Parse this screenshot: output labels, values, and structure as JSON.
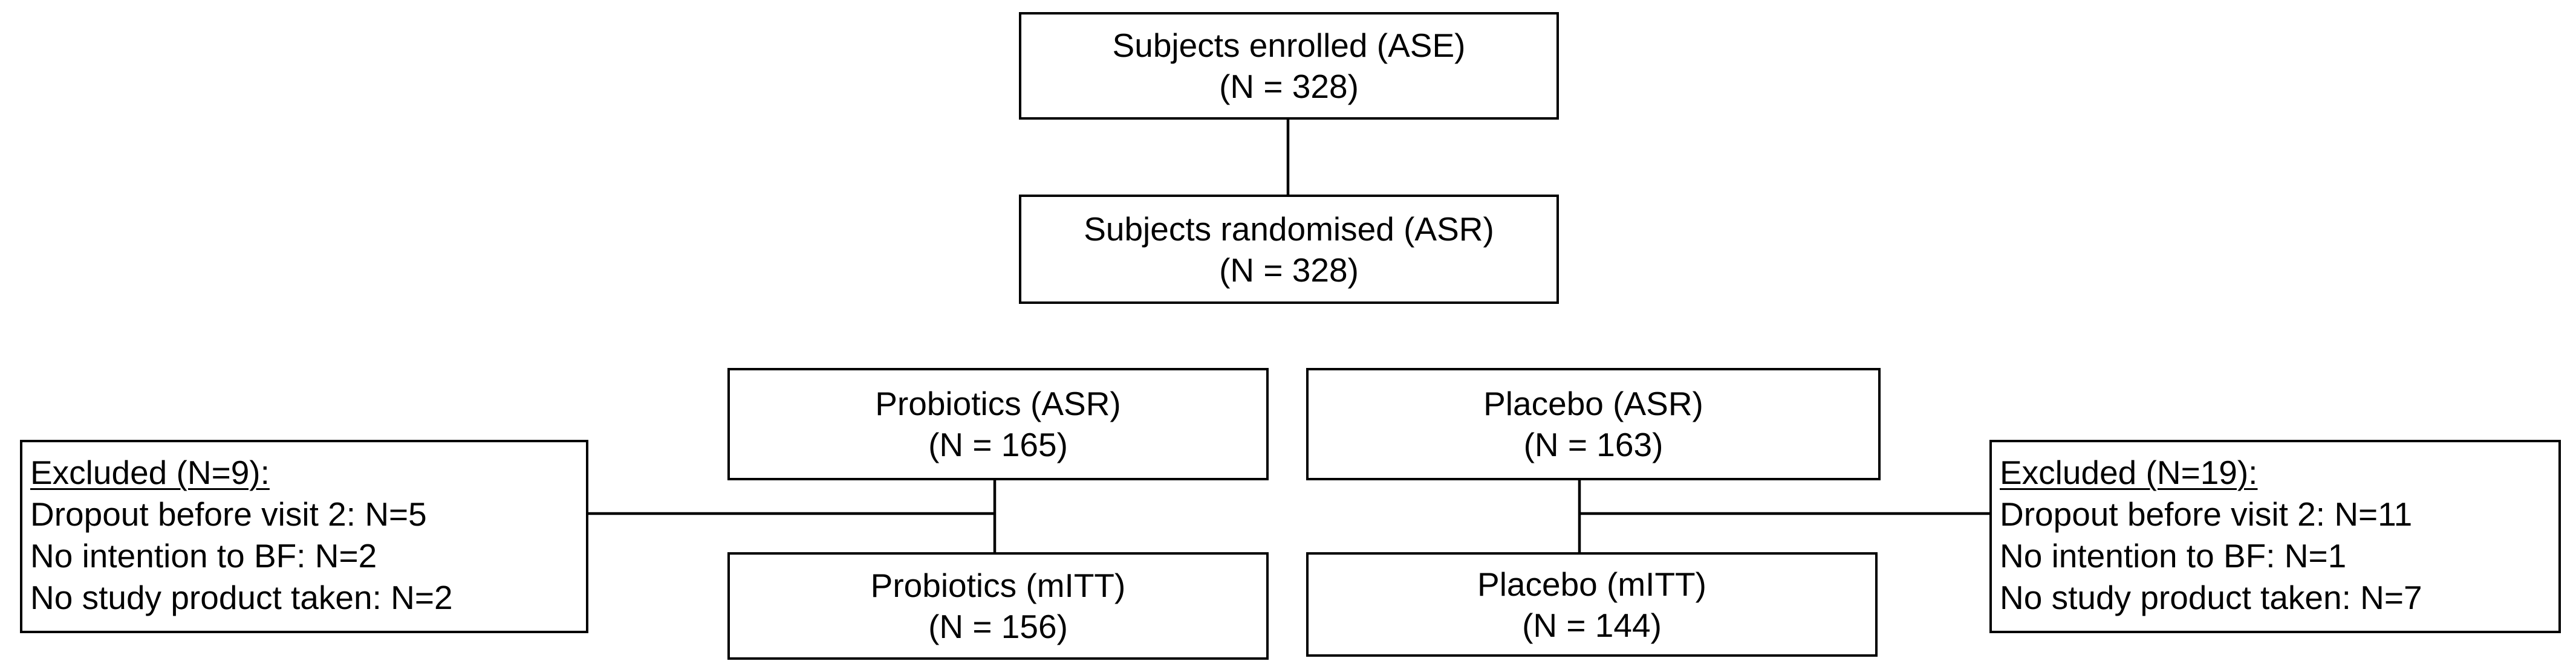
{
  "enrolled": {
    "title": "Subjects enrolled (ASE)",
    "n": "(N = 328)"
  },
  "randomised": {
    "title": "Subjects randomised (ASR)",
    "n": "(N = 328)"
  },
  "probiotics_asr": {
    "title": "Probiotics (ASR)",
    "n": "(N = 165)"
  },
  "placebo_asr": {
    "title": "Placebo (ASR)",
    "n": "(N = 163)"
  },
  "probiotics_mitt": {
    "title": "Probiotics (mITT)",
    "n": "(N = 156)"
  },
  "placebo_mitt": {
    "title": "Placebo (mITT)",
    "n": "(N = 144)"
  },
  "excluded_left": {
    "header": "Excluded (N=9):",
    "lines": [
      "Dropout before visit 2: N=5",
      "No intention to BF: N=2",
      "No study product taken: N=2"
    ]
  },
  "excluded_right": {
    "header": "Excluded (N=19):",
    "lines": [
      "Dropout before visit 2: N=11",
      "No intention to BF: N=1",
      "No study product taken: N=7"
    ]
  }
}
